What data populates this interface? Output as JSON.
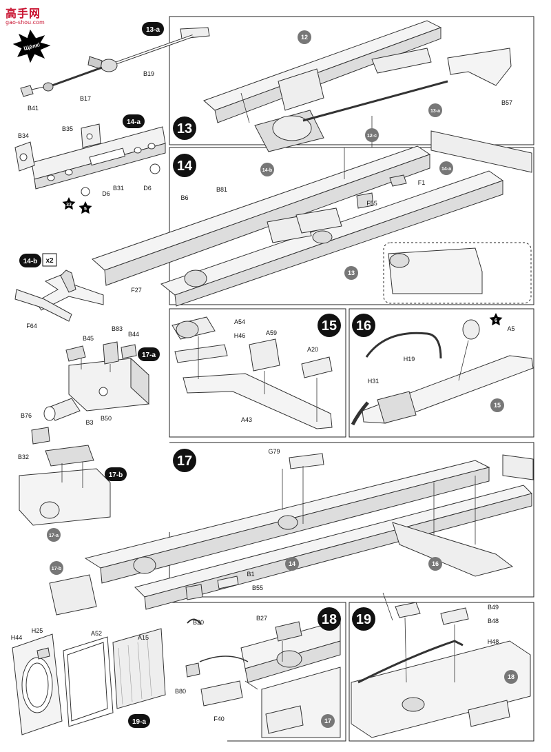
{
  "watermark": {
    "brand": "高手网",
    "url": "gao-shou.com"
  },
  "snap_text": "Щёлк!",
  "multiplier": "x2",
  "steps": [
    {
      "id": "s13",
      "label": "13"
    },
    {
      "id": "s14",
      "label": "14"
    },
    {
      "id": "s15",
      "label": "15"
    },
    {
      "id": "s16",
      "label": "16"
    },
    {
      "id": "s17",
      "label": "17"
    },
    {
      "id": "s18",
      "label": "18"
    },
    {
      "id": "s19",
      "label": "19"
    }
  ],
  "subassemblies": [
    {
      "label": "13-a"
    },
    {
      "label": "14-a"
    },
    {
      "label": "14-b"
    },
    {
      "label": "17-a"
    },
    {
      "label": "17-b"
    },
    {
      "label": "19-a"
    }
  ],
  "refs": [
    {
      "label": "12"
    },
    {
      "label": "13-a"
    },
    {
      "label": "12-c"
    },
    {
      "label": "14-b"
    },
    {
      "label": "14-a"
    },
    {
      "label": "13"
    },
    {
      "label": "15"
    },
    {
      "label": "14"
    },
    {
      "label": "16"
    },
    {
      "label": "17-a"
    },
    {
      "label": "17-b"
    },
    {
      "label": "17"
    },
    {
      "label": "18"
    }
  ],
  "paint": [
    {
      "label": "33"
    },
    {
      "label": "5"
    },
    {
      "label": "6"
    }
  ],
  "parts": [
    {
      "label": "B19"
    },
    {
      "label": "B17"
    },
    {
      "label": "B41"
    },
    {
      "label": "B35"
    },
    {
      "label": "B34"
    },
    {
      "label": "B31"
    },
    {
      "label": "D6"
    },
    {
      "label": "D6"
    },
    {
      "label": "F27"
    },
    {
      "label": "F64"
    },
    {
      "label": "B45"
    },
    {
      "label": "B83"
    },
    {
      "label": "B44"
    },
    {
      "label": "B3"
    },
    {
      "label": "B50"
    },
    {
      "label": "B76"
    },
    {
      "label": "B32"
    },
    {
      "label": "H44"
    },
    {
      "label": "H25"
    },
    {
      "label": "A52"
    },
    {
      "label": "A15"
    },
    {
      "label": "B57"
    },
    {
      "label": "B81"
    },
    {
      "label": "B6"
    },
    {
      "label": "F1"
    },
    {
      "label": "F55"
    },
    {
      "label": "A54"
    },
    {
      "label": "H46"
    },
    {
      "label": "A59"
    },
    {
      "label": "A20"
    },
    {
      "label": "A43"
    },
    {
      "label": "A5"
    },
    {
      "label": "H19"
    },
    {
      "label": "H31"
    },
    {
      "label": "G79"
    },
    {
      "label": "B1"
    },
    {
      "label": "B55"
    },
    {
      "label": "B20"
    },
    {
      "label": "B27"
    },
    {
      "label": "B80"
    },
    {
      "label": "F40"
    },
    {
      "label": "B49"
    },
    {
      "label": "B48"
    },
    {
      "label": "H48"
    }
  ]
}
